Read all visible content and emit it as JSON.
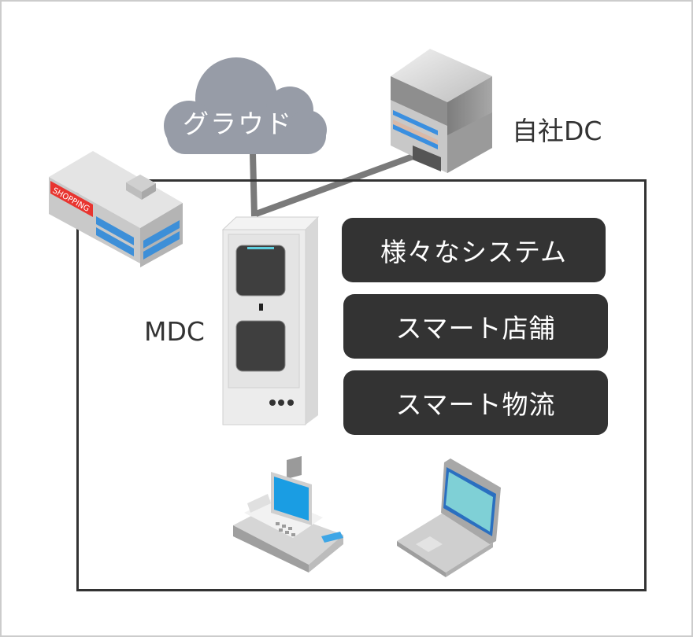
{
  "diagram": {
    "nodes": {
      "cloud": {
        "label": "グラウド",
        "icon": "cloud-icon",
        "color": "#979ca7"
      },
      "own_dc": {
        "label": "自社DC",
        "icon": "datacenter-building-icon"
      },
      "store": {
        "sign": "SHOPPING",
        "icon": "shopping-building-icon",
        "sign_color": "#e8342f"
      },
      "mdc": {
        "label": "MDC",
        "icon": "server-rack-icon"
      },
      "pos": {
        "icon": "pos-register-icon"
      },
      "laptop": {
        "icon": "laptop-icon"
      }
    },
    "systems": [
      {
        "label": "様々なシステム"
      },
      {
        "label": "スマート店舗"
      },
      {
        "label": "スマート物流"
      }
    ],
    "edges": [
      {
        "from": "cloud",
        "to": "mdc"
      },
      {
        "from": "own_dc",
        "to": "mdc"
      }
    ],
    "colors": {
      "frame": "#333333",
      "pill_bg": "#333333",
      "pill_text": "#ffffff",
      "connector": "#7a7a7a"
    }
  }
}
